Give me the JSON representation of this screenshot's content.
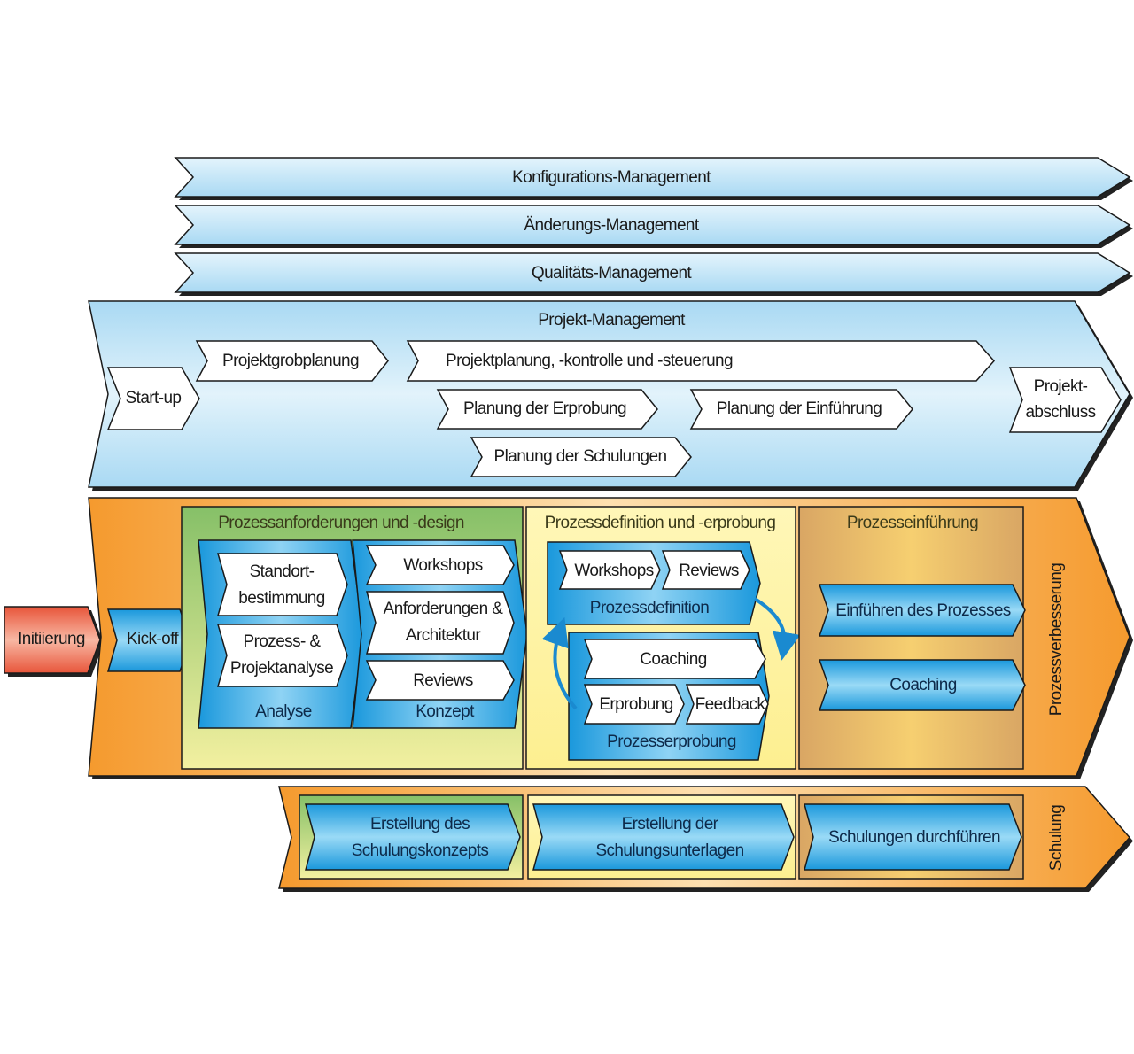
{
  "colors": {
    "light_blue": "#bfe3f7",
    "blue": "#2aa3e2",
    "orange": "#f6a13a",
    "green": "#8cc46a",
    "yellow": "#fff6a8",
    "tan": "#dcae6a",
    "red": "#e8553a"
  },
  "top_bands": [
    "Konfigurations-Management",
    "Änderungs-Management",
    "Qualitäts-Management"
  ],
  "projekt": {
    "title": "Projekt-Management",
    "startup": "Start-up",
    "grob": "Projektgrobplanung",
    "planung": "Projektplanung, -kontrolle und -steuerung",
    "erprobung": "Planung der Erprobung",
    "einfuehrung": "Planung der Einführung",
    "schulungen": "Planung der Schulungen",
    "abschluss": [
      "Projekt-",
      "abschluss"
    ]
  },
  "initiierung": "Initiierung",
  "kickoff": "Kick-off",
  "design": {
    "title": "Prozessanforderungen und -design",
    "analyse": {
      "label": "Analyse",
      "items": [
        [
          "Standort-",
          "bestimmung"
        ],
        [
          "Prozess- &",
          "Projektanalyse"
        ]
      ]
    },
    "konzept": {
      "label": "Konzept",
      "items": [
        "Workshops",
        [
          "Anforderungen &",
          "Architektur"
        ],
        "Reviews"
      ]
    }
  },
  "definition": {
    "title": "Prozessdefinition und -erprobung",
    "prozessdefinition": {
      "label": "Prozessdefinition",
      "items": [
        "Workshops",
        "Reviews"
      ]
    },
    "prozesserprobung": {
      "label": "Prozesserprobung",
      "items": [
        "Coaching",
        "Erprobung",
        "Feedback"
      ]
    }
  },
  "einfuehrung": {
    "title": "Prozesseinführung",
    "items": [
      "Einführen des Prozesses",
      "Coaching"
    ]
  },
  "prozessverbesserung": "Prozessverbesserung",
  "schulung": {
    "label": "Schulung",
    "items": [
      [
        "Erstellung des",
        "Schulungskonzepts"
      ],
      [
        "Erstellung der",
        "Schulungsunterlagen"
      ],
      "Schulungen durchführen"
    ]
  }
}
